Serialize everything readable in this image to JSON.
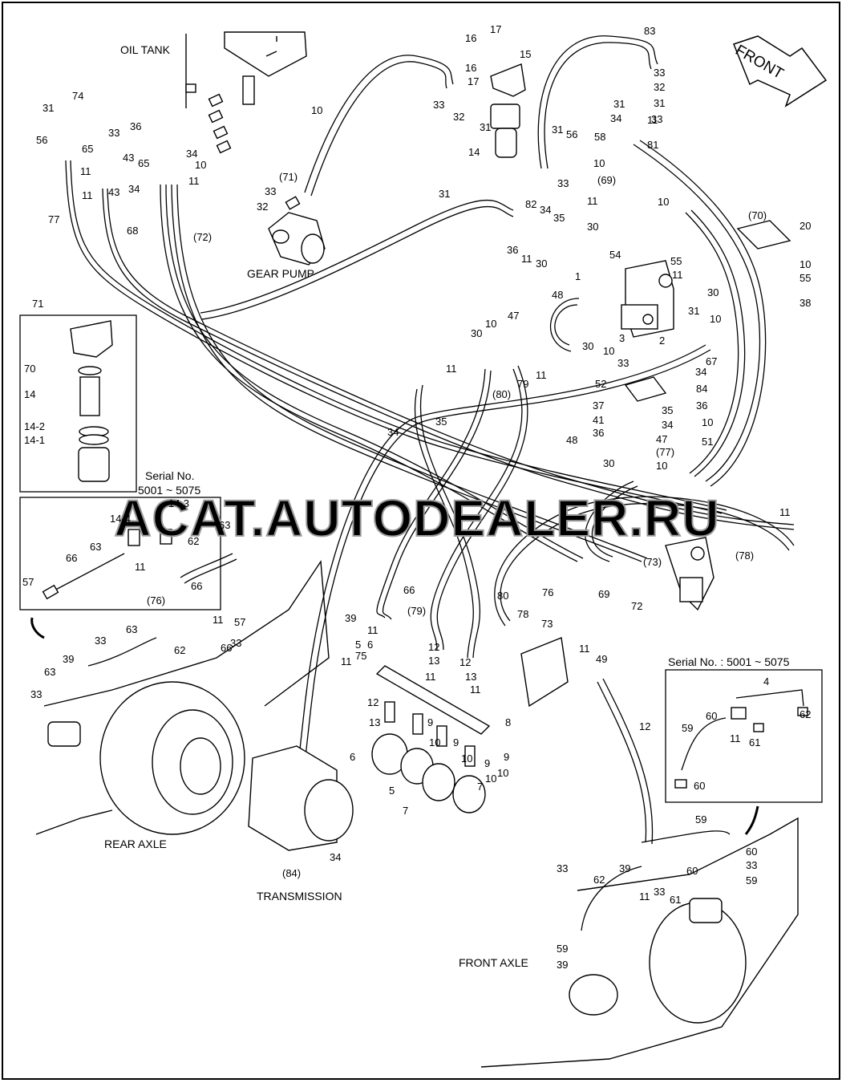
{
  "labels": {
    "oil_tank": "OIL TANK",
    "gear_pump": "GEAR PUMP",
    "front": "FRONT",
    "rear_axle": "REAR AXLE",
    "transmission": "TRANSMISSION",
    "front_axle": "FRONT AXLE",
    "serial_left_1": "Serial No.",
    "serial_left_2": "5001 ~ 5075",
    "serial_right": "Serial No. : 5001 ~ 5075"
  },
  "watermark": "ACAT.AUTODEALER.RU",
  "part_callouts": [
    "83",
    "17",
    "16",
    "15",
    "16",
    "17",
    "33",
    "32",
    "33",
    "32",
    "31",
    "31",
    "14",
    "31",
    "56",
    "33",
    "33",
    "31",
    "34",
    "11",
    "58",
    "81",
    "10",
    "74",
    "31",
    "56",
    "33",
    "36",
    "65",
    "43",
    "34",
    "65",
    "10",
    "11",
    "43",
    "11",
    "34",
    "11",
    "77",
    "68",
    "(72)",
    "(71)",
    "33",
    "32",
    "31",
    "82",
    "34",
    "35",
    "36",
    "11",
    "30",
    "10",
    "(69)",
    "11",
    "30",
    "10",
    "(70)",
    "20",
    "55",
    "11",
    "30",
    "10",
    "55",
    "38",
    "54",
    "1",
    "48",
    "47",
    "10",
    "30",
    "11",
    "(80)",
    "79",
    "11",
    "30",
    "10",
    "33",
    "52",
    "3",
    "2",
    "31",
    "10",
    "67",
    "34",
    "84",
    "36",
    "35",
    "34",
    "37",
    "41",
    "36",
    "35",
    "34",
    "10",
    "51",
    "48",
    "47",
    "(77)",
    "10",
    "30",
    "11",
    "(78)",
    "(73)",
    "76",
    "69",
    "72",
    "71",
    "70",
    "14",
    "14-2",
    "14-1",
    "14-3",
    "14-4",
    "63",
    "62",
    "11",
    "66",
    "57",
    "63",
    "66",
    "(76)",
    "63",
    "11",
    "62",
    "33",
    "57",
    "66",
    "33",
    "39",
    "63",
    "33",
    "66",
    "39",
    "(79)",
    "80",
    "78",
    "73",
    "11",
    "49",
    "12",
    "11",
    "75",
    "5",
    "6",
    "11",
    "12",
    "13",
    "11",
    "12",
    "13",
    "11",
    "12",
    "13",
    "9",
    "10",
    "9",
    "10",
    "9",
    "10",
    "9",
    "6",
    "5",
    "7",
    "8",
    "7",
    "10",
    "4",
    "60",
    "11",
    "61",
    "62",
    "59",
    "60",
    "59",
    "60",
    "33",
    "59",
    "39",
    "11",
    "33",
    "61",
    "62",
    "60",
    "33",
    "59",
    "39",
    "34",
    "(84)"
  ]
}
